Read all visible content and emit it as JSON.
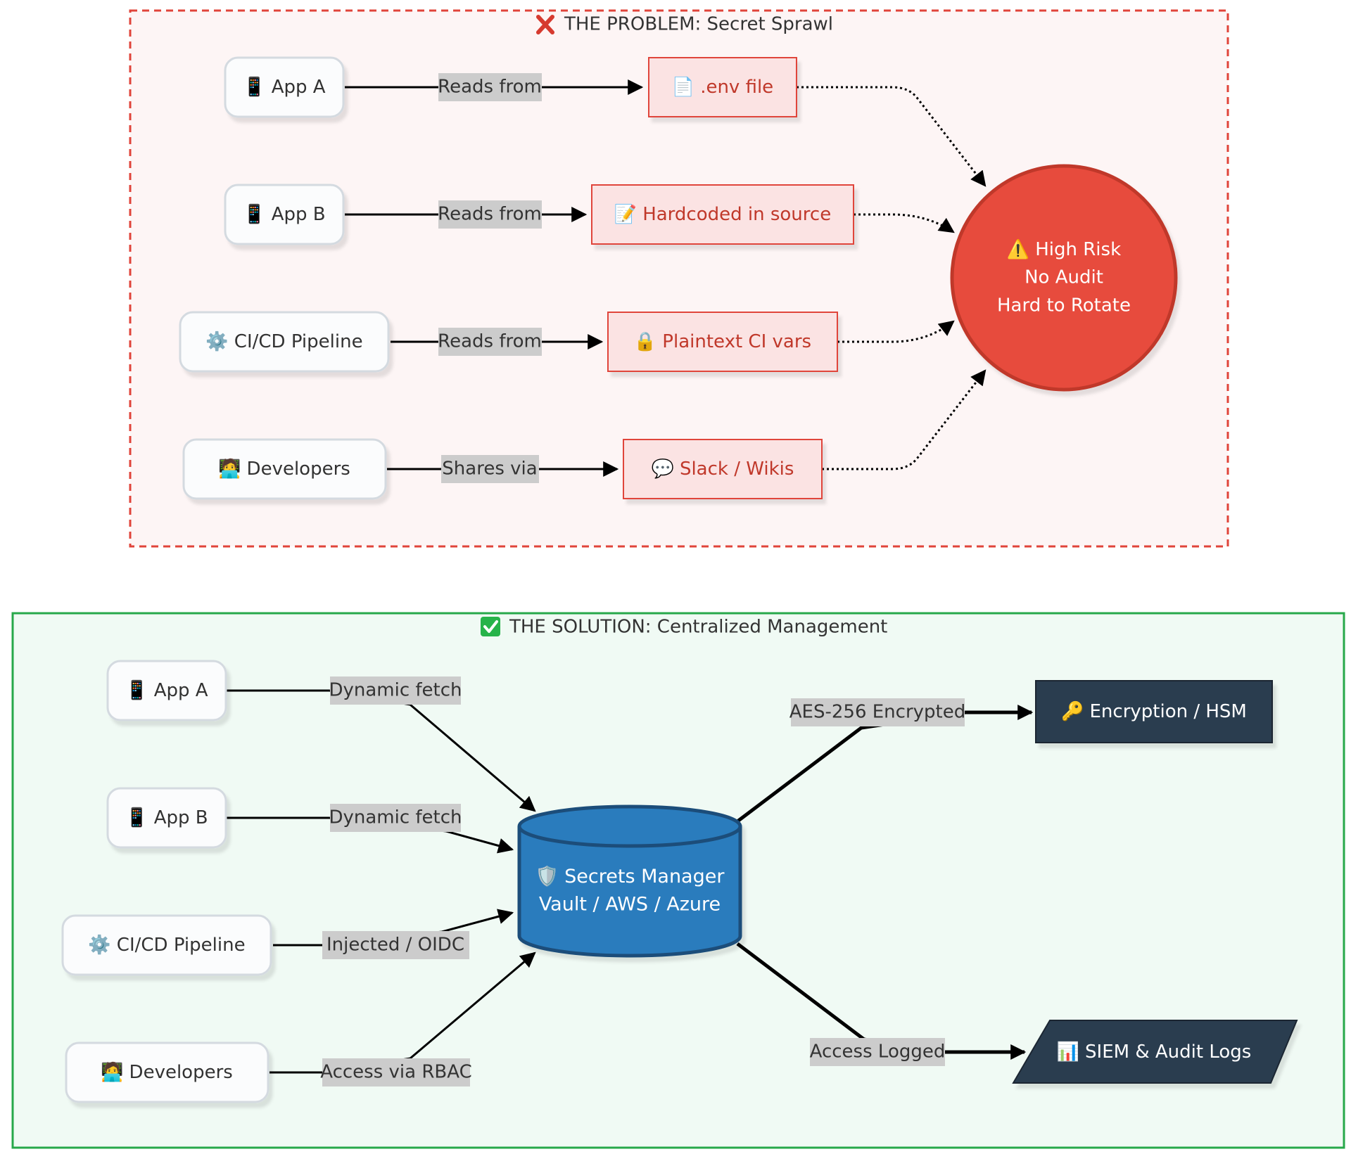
{
  "problem": {
    "title": "THE PROBLEM: Secret Sprawl",
    "title_icon": "cross-mark-icon",
    "sources": [
      {
        "id": "app-a",
        "label": "App A",
        "icon": "mobile-phone-icon",
        "glyph": "📱"
      },
      {
        "id": "app-b",
        "label": "App B",
        "icon": "mobile-phone-icon",
        "glyph": "📱"
      },
      {
        "id": "cicd-pipeline",
        "label": "CI/CD Pipeline",
        "icon": "gear-icon",
        "glyph": "⚙️"
      },
      {
        "id": "developers",
        "label": "Developers",
        "icon": "developer-laptop-icon",
        "glyph": "🧑‍💻"
      }
    ],
    "edge_labels": [
      "Reads from",
      "Reads from",
      "Reads from",
      "Shares via"
    ],
    "stores": [
      {
        "id": "env-file",
        "label": ".env file",
        "icon": "document-icon",
        "glyph": "📄"
      },
      {
        "id": "hardcoded-in-source",
        "label": "Hardcoded in source",
        "icon": "memo-icon",
        "glyph": "📝"
      },
      {
        "id": "plaintext-ci-vars",
        "label": "Plaintext CI vars",
        "icon": "lock-icon",
        "glyph": "🔒"
      },
      {
        "id": "slack-wikis",
        "label": "Slack / Wikis",
        "icon": "speech-bubble-icon",
        "glyph": "💬"
      }
    ],
    "risk": {
      "icon": "warning-icon",
      "glyph": "⚠️",
      "lines": [
        "High Risk",
        "No Audit",
        "Hard to Rotate"
      ]
    }
  },
  "solution": {
    "title": "THE SOLUTION: Centralized Management",
    "title_icon": "check-mark-icon",
    "sources": [
      {
        "id": "app-a",
        "label": "App A",
        "icon": "mobile-phone-icon",
        "glyph": "📱"
      },
      {
        "id": "app-b",
        "label": "App B",
        "icon": "mobile-phone-icon",
        "glyph": "📱"
      },
      {
        "id": "cicd-pipeline",
        "label": "CI/CD Pipeline",
        "icon": "gear-icon",
        "glyph": "⚙️"
      },
      {
        "id": "developers",
        "label": "Developers",
        "icon": "developer-laptop-icon",
        "glyph": "🧑‍💻"
      }
    ],
    "edge_labels": [
      "Dynamic fetch",
      "Dynamic fetch",
      "Injected / OIDC",
      "Access via RBAC"
    ],
    "manager": {
      "icon": "shield-icon",
      "glyph": "🛡️",
      "lines": [
        "Secrets Manager",
        "Vault / AWS / Azure"
      ]
    },
    "outputs": [
      {
        "id": "encryption-hsm",
        "edge_label": "AES-256 Encrypted",
        "label": "Encryption / HSM",
        "icon": "key-icon",
        "glyph": "🔑"
      },
      {
        "id": "siem-audit-logs",
        "edge_label": "Access Logged",
        "label": "SIEM & Audit Logs",
        "icon": "bar-chart-icon",
        "glyph": "📊"
      }
    ]
  },
  "colors": {
    "problem_border": "#e0443a",
    "problem_bg": "#fdf5f5",
    "problem_node_fill": "#fbe3e3",
    "problem_node_text": "#c0392b",
    "risk_fill": "#e74c3c",
    "risk_stroke": "#c0392b",
    "solution_border": "#27a84a",
    "solution_bg": "#f0faf4",
    "manager_fill": "#2b7bbd",
    "manager_stroke": "#1a4e7a",
    "dark_node_fill": "#2c3e50",
    "edge_label_bg": "#cccccc",
    "source_fill": "#fbfcfd",
    "source_stroke": "#d4dae0",
    "text": "#333333"
  }
}
